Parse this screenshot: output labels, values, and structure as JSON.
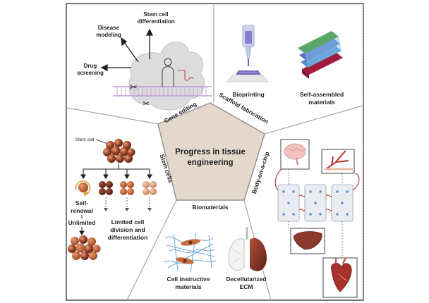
{
  "center": {
    "line1": "Progress in tissue",
    "line2": "engineering"
  },
  "sections": {
    "gene_editing": {
      "title": "Gene editing",
      "outputs": {
        "stem_diff_1": "Stem cell",
        "stem_diff_2": "differentiation",
        "disease_1": "Disease",
        "disease_2": "modeling",
        "drug_1": "Drug",
        "drug_2": "screening"
      }
    },
    "scaffold": {
      "title": "Scaffold fabrication",
      "bioprinting": "Bioprinting",
      "self_assembled_1": "Self-assembled",
      "self_assembled_2": "materials"
    },
    "body_on_chip": {
      "title": "Body-on-a-chip"
    },
    "biomaterials": {
      "title": "Biomaterials",
      "cell_instructive_1": "Cell instructive",
      "cell_instructive_2": "materials",
      "decell_1": "Decellularized",
      "decell_2": "ECM"
    },
    "stem_cells": {
      "title": "Stem cells",
      "stem_cell_label": "Stem cell",
      "self_renewal_1": "Self-",
      "self_renewal_2": "renewal",
      "self_renewal_3": "Unlimited",
      "limited_1": "Limited cell",
      "limited_2": "division and",
      "limited_3": "differentiation"
    }
  },
  "colors": {
    "frame": "#555555",
    "center_fill": "#e4d8cc",
    "divider": "#9c9c9c",
    "cell_brown": "#8a3a26",
    "cell_orange": "#c46c3e",
    "cell_peach": "#e1a27e",
    "printer_purple": "#7d6cc0",
    "heart_red": "#a6312c",
    "liver_red": "#8c3a2c"
  }
}
